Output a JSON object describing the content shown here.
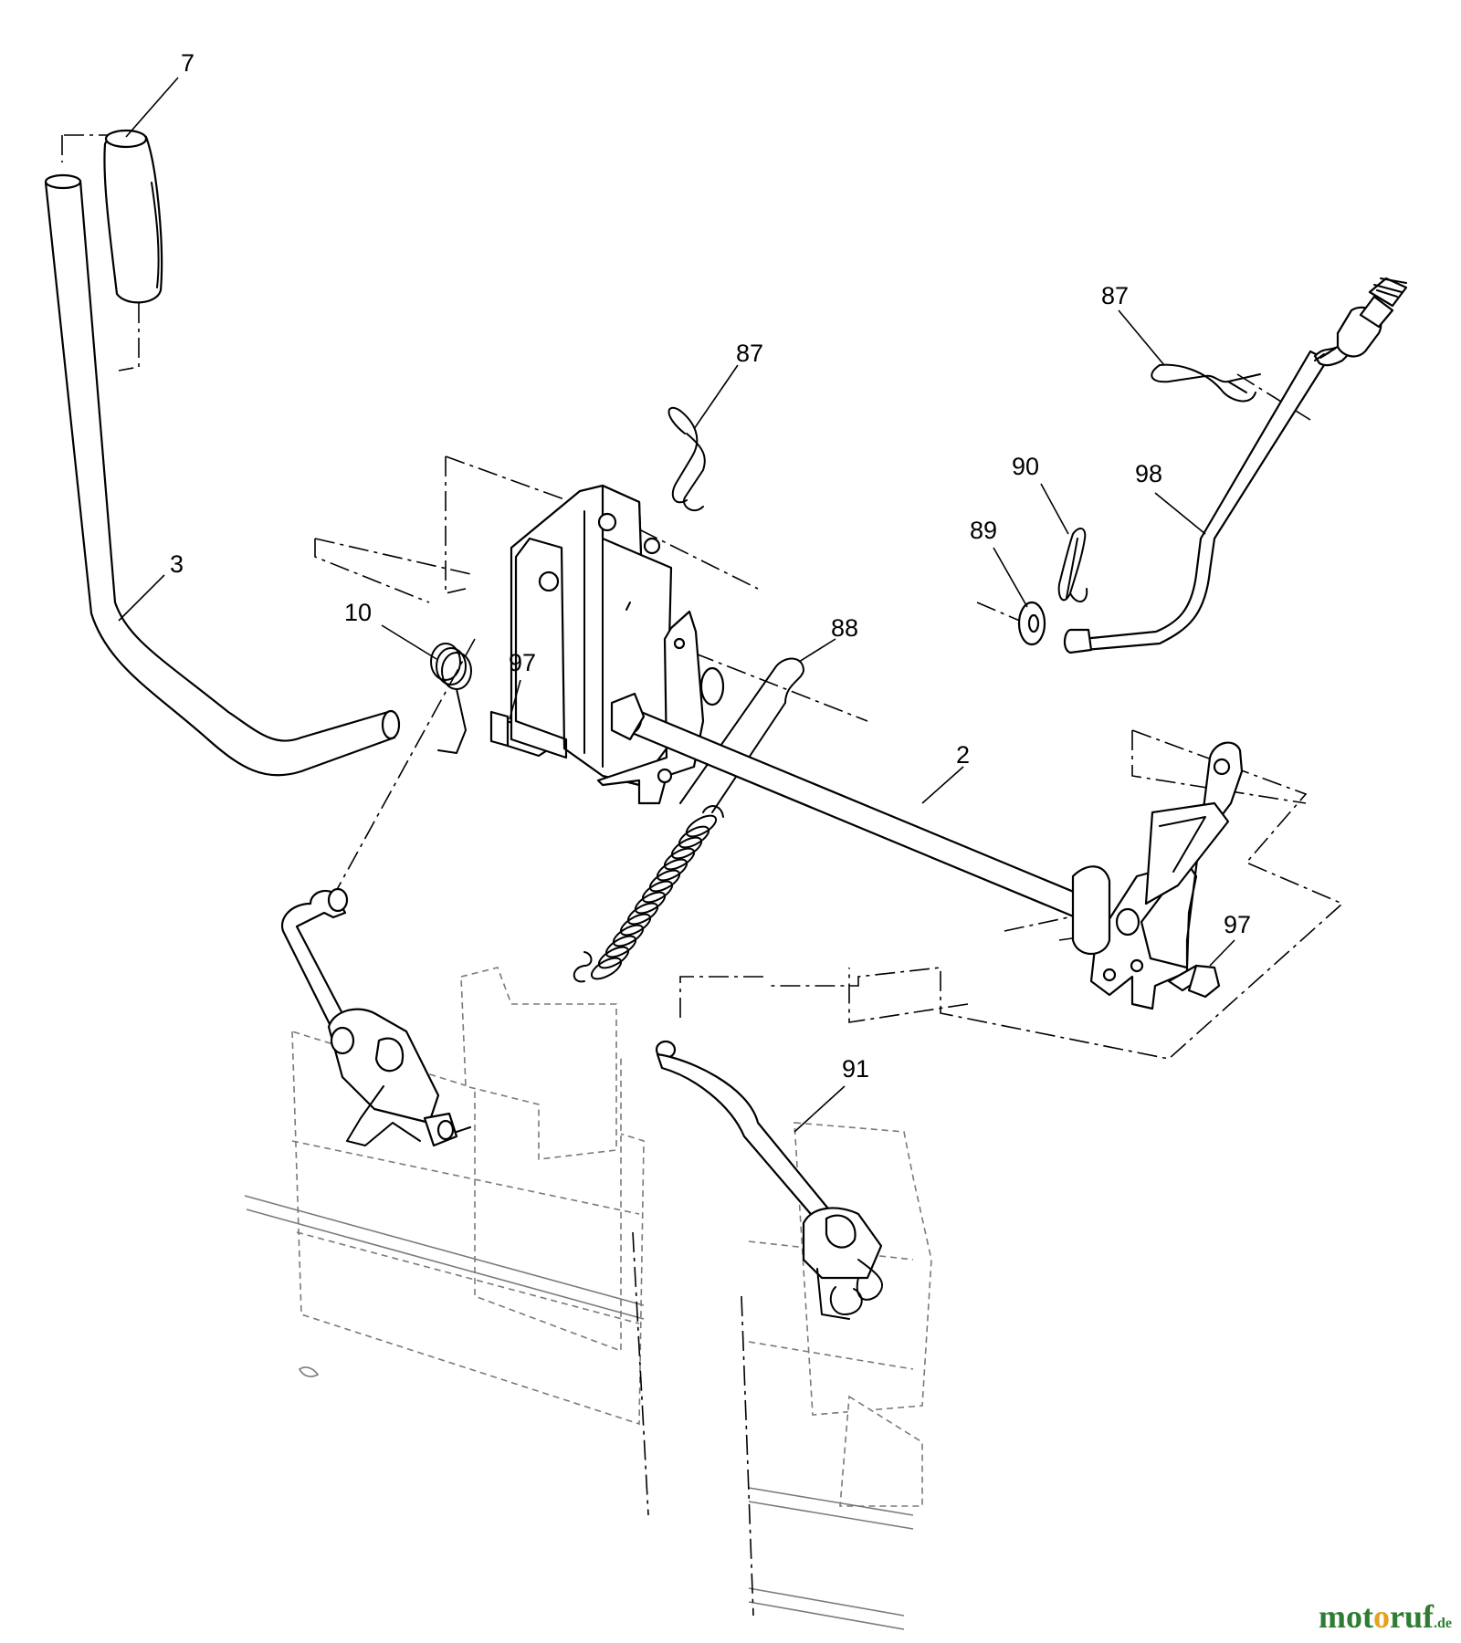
{
  "callouts": [
    {
      "label": "7",
      "part": "handle-grip"
    },
    {
      "label": "3",
      "part": "lift-lever"
    },
    {
      "label": "10",
      "part": "torsion-spring"
    },
    {
      "label": "97",
      "part": "bolt-left"
    },
    {
      "label": "87",
      "part": "hairpin-clip-center"
    },
    {
      "label": "88",
      "part": "wire-rod"
    },
    {
      "label": "2",
      "part": "lift-shaft"
    },
    {
      "label": "87",
      "part": "hairpin-clip-right"
    },
    {
      "label": "90",
      "part": "cotter-pin"
    },
    {
      "label": "89",
      "part": "washer"
    },
    {
      "label": "98",
      "part": "adjustment-rod"
    },
    {
      "label": "97",
      "part": "bolt-right"
    },
    {
      "label": "91",
      "part": "lift-link-right"
    }
  ],
  "watermark": {
    "brand_a": "mot",
    "brand_o": "o",
    "brand_b": "ruf",
    "tld": ".de"
  },
  "colors": {
    "line": "#000000",
    "ghost": "#7a7a7a",
    "watermark": "#2e7d32",
    "watermark_accent": "#e8a020"
  }
}
